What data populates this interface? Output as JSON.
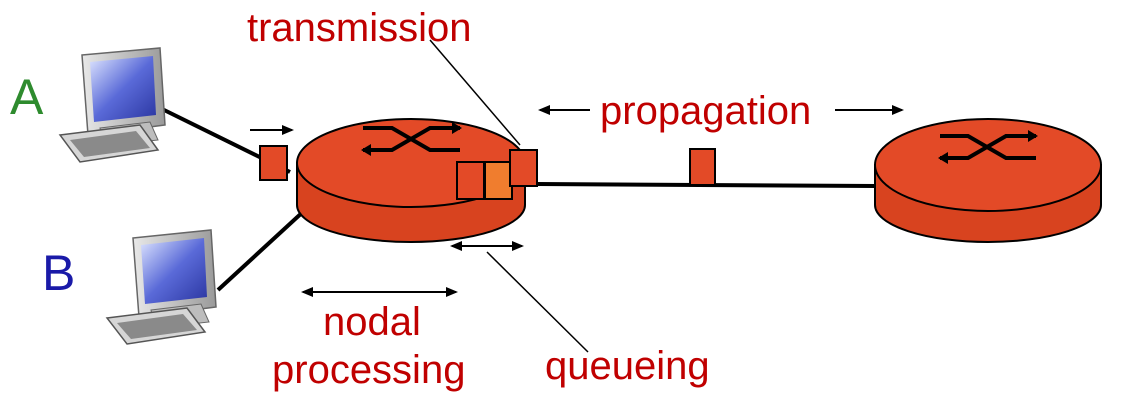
{
  "hosts": {
    "a": {
      "label": "A",
      "color": "#2e8b2e"
    },
    "b": {
      "label": "B",
      "color": "#1a1aa8"
    }
  },
  "labels": {
    "transmission": "transmission",
    "propagation": "propagation",
    "nodal_line1": "nodal",
    "nodal_line2": "processing",
    "queueing": "queueing"
  },
  "colors": {
    "label_text": "#c00000",
    "router_fill": "#e34a27",
    "router_dark": "#c63a1c",
    "queued_packet_highlight": "#f07d2e",
    "line": "#000000"
  },
  "icons": {
    "router": "router-icon",
    "host": "desktop-computer-icon",
    "packet": "packet-icon"
  }
}
